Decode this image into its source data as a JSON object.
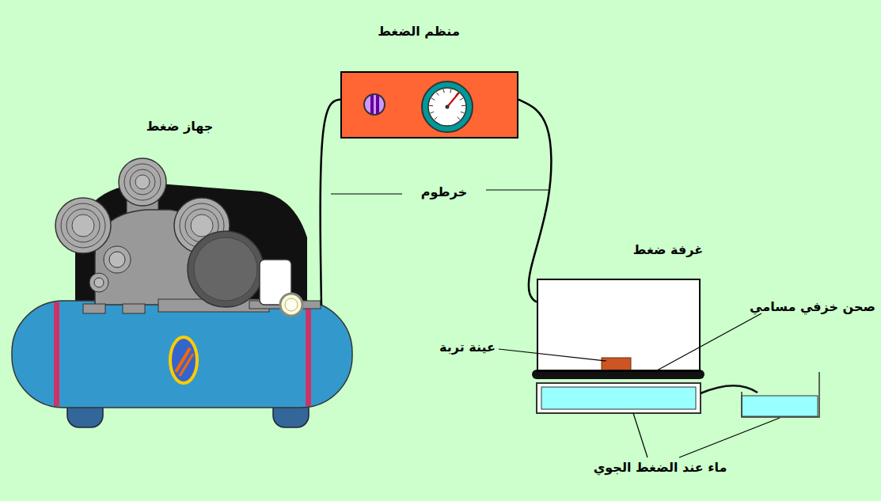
{
  "diagram": {
    "nodes": [
      {
        "text": [
          "جهاز ضغط"
        ]
      },
      {
        "text": [
          "منظم الضغط"
        ]
      },
      {
        "text": [
          "غرفة ضغط"
        ]
      }
    ],
    "edges": [
      {
        "from": 0,
        "to": 1,
        "arrow": "none"
      },
      {
        "from": 1,
        "to": 2,
        "arrow": "none"
      }
    ],
    "labels": [
      "خرطوم",
      "عينة تربة",
      "صحن خزفي مسامي",
      "ماء عند الضغط الجوي"
    ]
  }
}
